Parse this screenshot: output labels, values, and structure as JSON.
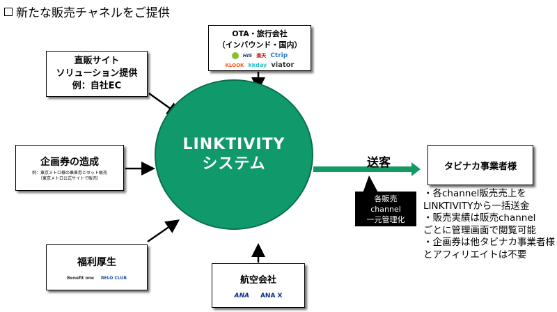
{
  "title": "新たな販売チャネルをご提供",
  "center": {
    "line1": "LINKTIVITY",
    "line2": "システム"
  },
  "ota": {
    "title1": "OTA・旅行会社",
    "title2": "（インバウンド・国内）",
    "logos_row1": [
      {
        "text": "",
        "color": "#8bbf2a",
        "icon": "leaf-logo-icon"
      },
      {
        "text": "HIS",
        "color": "#1b3b8c"
      },
      {
        "text": "楽天",
        "color": "#bf0000"
      },
      {
        "text": "Ctrip",
        "color": "#2a7ac9"
      }
    ],
    "logos_row2": [
      {
        "text": "KLOOK",
        "color": "#ff5722"
      },
      {
        "text": "kkday",
        "color": "#26bec9"
      },
      {
        "text": "viator",
        "color": "#333333"
      }
    ]
  },
  "direct": {
    "line1": "直販サイト",
    "line2": "ソリューション提供",
    "line3": "例：自社EC"
  },
  "kikaku": {
    "title": "企画券の造成",
    "sub1": "例：東京メトロ様の乗車券とセット販売",
    "sub2": "（東京メトロ公式サイトで販売）"
  },
  "fukuri": {
    "title": "福利厚生",
    "logo1": "Benefit one",
    "logo2": "RELO CLUB"
  },
  "airline": {
    "title": "航空会社",
    "logo1": "ANA",
    "logo2": "ANA X"
  },
  "tabinaka": {
    "title": "タビナカ事業者様"
  },
  "sokyaku": "送客",
  "blackbox": {
    "line1": "各販売",
    "line2": "channel",
    "line3": "一元管理化"
  },
  "notes": [
    "・各channel販売売上を",
    "LINKTIVITYから一括送金",
    "・販売実績は販売channel",
    "ごとに管理画面で閲覧可能",
    "・企画券は他タビナカ事業者様",
    "とアフィリエイトは不要"
  ],
  "colors": {
    "center": "#109a6c",
    "arrow_green": "#119b63",
    "arrow": "#000000"
  }
}
